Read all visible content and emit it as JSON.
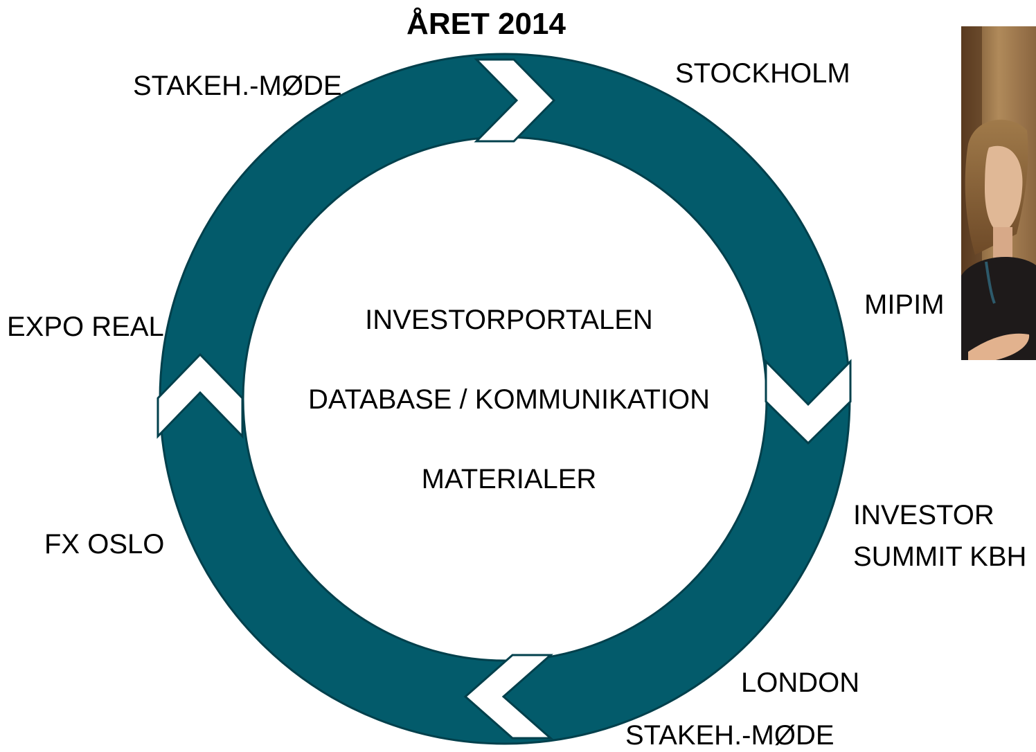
{
  "title": "ÅRET 2014",
  "ring_color": "#035B6B",
  "center": {
    "line1": "INVESTORPORTALEN",
    "line2": "DATABASE / KOMMUNIKATION",
    "line3": "MATERIALER"
  },
  "events": {
    "top_left": "STAKEH.-MØDE",
    "top_right": "STOCKHOLM",
    "right_upper": "MIPIM",
    "right_lower_line1": "INVESTOR",
    "right_lower_line2": "SUMMIT KBH",
    "bottom_right": "LONDON",
    "bottom": "STAKEH.-MØDE",
    "left_upper": "EXPO REAL",
    "left_lower": "FX OSLO"
  },
  "arrows": [
    "chevron-right-icon",
    "chevron-down-icon",
    "chevron-left-icon",
    "chevron-up-icon"
  ],
  "photo": "person-photo"
}
